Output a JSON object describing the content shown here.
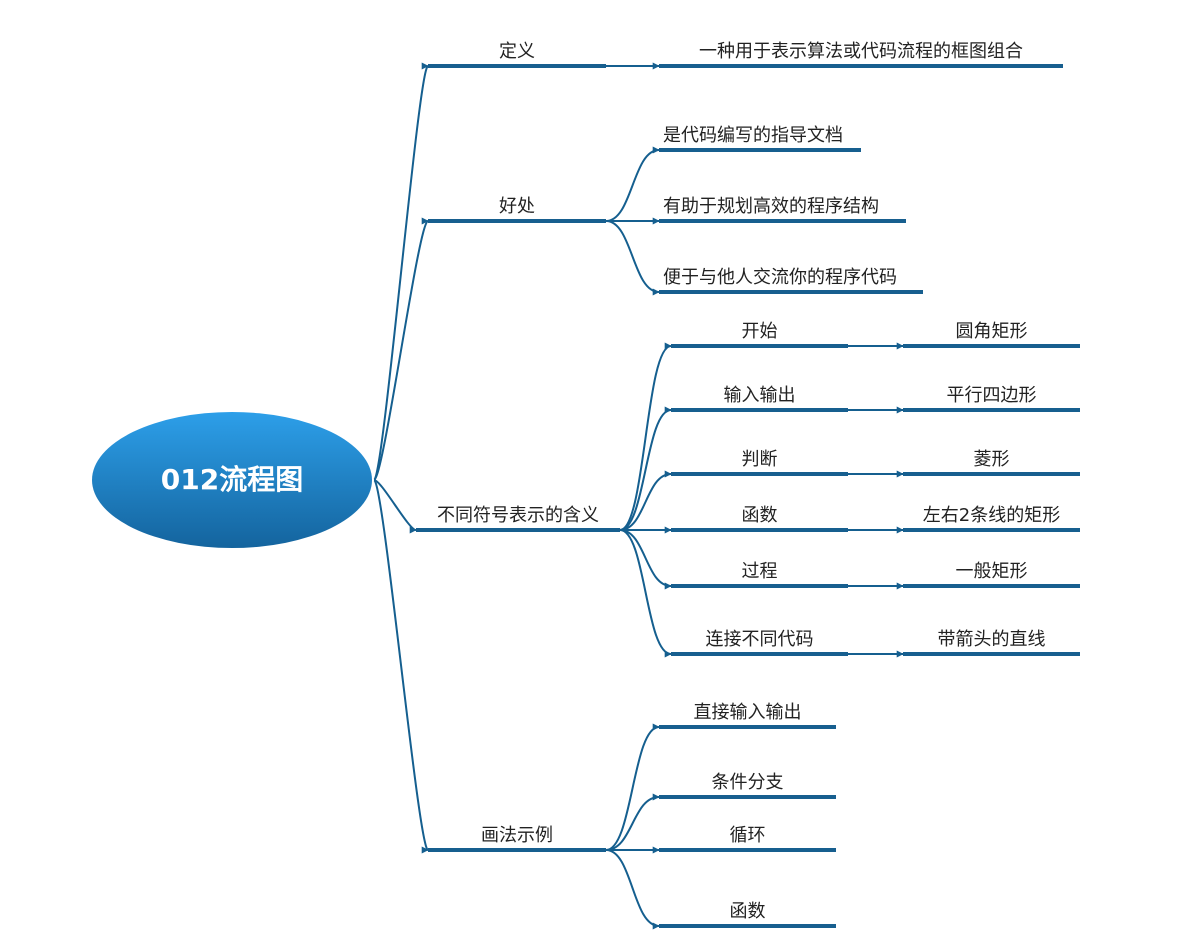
{
  "colors": {
    "line": "#155f8f",
    "bar": "#175f8f",
    "root_top": "#2d9fe9",
    "root_bottom": "#14649e",
    "text": "#222222",
    "root_text": "#ffffff"
  },
  "root": {
    "label": "012流程图"
  },
  "branches": [
    {
      "label": "定义",
      "children": [
        {
          "label": "一种用于表示算法或代码流程的框图组合"
        }
      ]
    },
    {
      "label": "好处",
      "children": [
        {
          "label": "是代码编写的指导文档"
        },
        {
          "label": "有助于规划高效的程序结构"
        },
        {
          "label": "便于与他人交流你的程序代码"
        }
      ]
    },
    {
      "label": "不同符号表示的含义",
      "children": [
        {
          "label": "开始",
          "children": [
            {
              "label": "圆角矩形"
            }
          ]
        },
        {
          "label": "输入输出",
          "children": [
            {
              "label": "平行四边形"
            }
          ]
        },
        {
          "label": "判断",
          "children": [
            {
              "label": "菱形"
            }
          ]
        },
        {
          "label": "函数",
          "children": [
            {
              "label": "左右2条线的矩形"
            }
          ]
        },
        {
          "label": "过程",
          "children": [
            {
              "label": "一般矩形"
            }
          ]
        },
        {
          "label": "连接不同代码",
          "children": [
            {
              "label": "带箭头的直线"
            }
          ]
        }
      ]
    },
    {
      "label": "画法示例",
      "children": [
        {
          "label": "直接输入输出"
        },
        {
          "label": "条件分支"
        },
        {
          "label": "循环"
        },
        {
          "label": "函数"
        }
      ]
    }
  ]
}
